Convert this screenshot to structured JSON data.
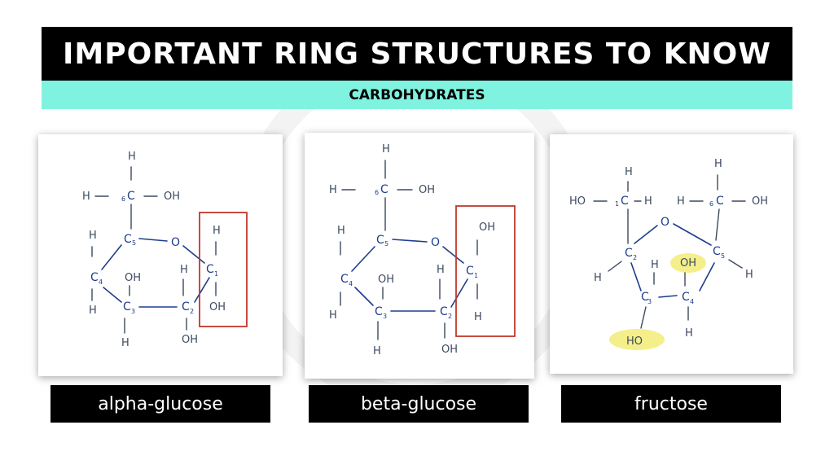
{
  "header": {
    "title": "IMPORTANT RING STRUCTURES TO KNOW",
    "subtitle": "CARBOHYDRATES"
  },
  "colors": {
    "title_bg": "#000000",
    "subtitle_bg": "#7ff3df",
    "highlight_box": "#c0392b",
    "highlight_marker": "#f4ef8a",
    "carbon_ink": "#1d3d8c",
    "atom_ink": "#3c4a5e"
  },
  "molecules": [
    {
      "name": "alpha-glucose"
    },
    {
      "name": "beta-glucose"
    },
    {
      "name": "fructose"
    }
  ],
  "atoms": {
    "H": "H",
    "OH": "OH",
    "HO": "HO",
    "O": "O",
    "C": "C",
    "n1": "1",
    "n2": "2",
    "n3": "3",
    "n4": "4",
    "n5": "5",
    "n6": "6"
  }
}
